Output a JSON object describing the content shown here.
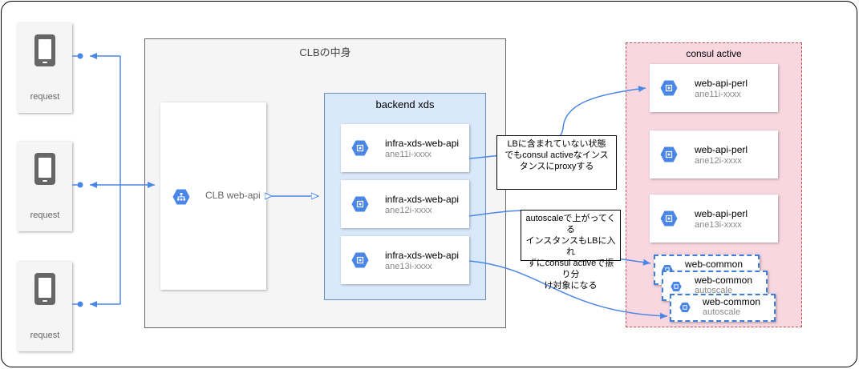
{
  "requests": [
    {
      "label": "request"
    },
    {
      "label": "request"
    },
    {
      "label": "request"
    }
  ],
  "clb": {
    "title": "CLBの中身",
    "web_api_label": "CLB web-api"
  },
  "backend": {
    "title": "backend xds",
    "instances": [
      {
        "name": "infra-xds-web-api",
        "host": "ane11i-xxxx"
      },
      {
        "name": "infra-xds-web-api",
        "host": "ane12i-xxxx"
      },
      {
        "name": "infra-xds-web-api",
        "host": "ane13i-xxxx"
      }
    ]
  },
  "consul": {
    "title": "consul active",
    "perl": [
      {
        "name": "web-api-perl",
        "host": "ane11i-xxxx"
      },
      {
        "name": "web-api-perl",
        "host": "ane12i-xxxx"
      },
      {
        "name": "web-api-perl",
        "host": "ane13i-xxxx"
      }
    ],
    "common": [
      {
        "name": "web-common",
        "sub": ""
      },
      {
        "name": "web-common",
        "sub": "autoscale"
      },
      {
        "name": "web-common",
        "sub": "autoscale"
      }
    ]
  },
  "notes": {
    "note1": "LBに含まれていない状態\nでもconsul activeなインス\nタンスにproxyする",
    "note2": "autoscaleで上がってくる\nインスタンスもLBに入れ\nずにconsul activeで振り分\nけ対象になる"
  },
  "colors": {
    "arrow": "#4a86e8",
    "icon_blue": "#4a86e8",
    "backend_fill": "#dae8fc",
    "consul_fill": "#f8d7e0"
  }
}
